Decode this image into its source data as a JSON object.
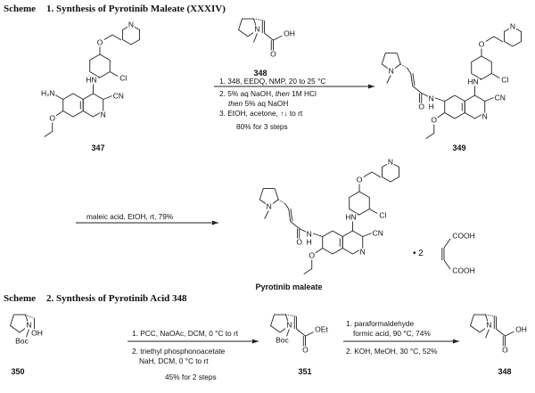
{
  "scheme1": {
    "label": "Scheme",
    "title": "1. Synthesis of Pyrotinib Maleate (XXXIV)",
    "step1": {
      "above": "1. 348, EEDQ, NMP, 20 to 25 °C",
      "below_2a": "2. 5% aq NaOH, ",
      "below_2b": "then",
      "below_2c": " 1M HCl",
      "below_2d": "then",
      "below_2e": " 5% aq NaOH",
      "below_3": "3. EtOH, acetone, ↑↓ to rt",
      "yield": "80% for 3 steps"
    },
    "step2": {
      "above": "maleic acid, EtOH, rt, 79%"
    },
    "compounds": {
      "c347": "347",
      "c348": "348",
      "c349": "349",
      "product": "Pyrotinib maleate",
      "salt": "• 2"
    }
  },
  "scheme2": {
    "label": "Scheme",
    "title": "2. Synthesis of Pyrotinib Acid 348",
    "step1": {
      "above": "1. PCC, NaOAc, DCM, 0 °C to rt",
      "below_2": "2. triethyl phosphonoacetate",
      "below_2b": "NaH, DCM, 0 °C to rt",
      "yield": "45% for 2 steps"
    },
    "step2": {
      "above_1": "1. paraformaldehyde",
      "above_1b": "formic acid, 90 °C, 74%",
      "below_2": "2. KOH, MeOH, 30 °C, 52%"
    },
    "compounds": {
      "c350": "350",
      "c351": "351",
      "c348": "348"
    }
  },
  "atoms": {
    "N": "N",
    "O": "O",
    "Cl": "Cl",
    "CN": "CN",
    "H2N": "H₂N",
    "HN": "HN",
    "H": "H",
    "OH": "OH",
    "Boc": "Boc",
    "OEt": "OEt",
    "COOH": "COOH"
  }
}
